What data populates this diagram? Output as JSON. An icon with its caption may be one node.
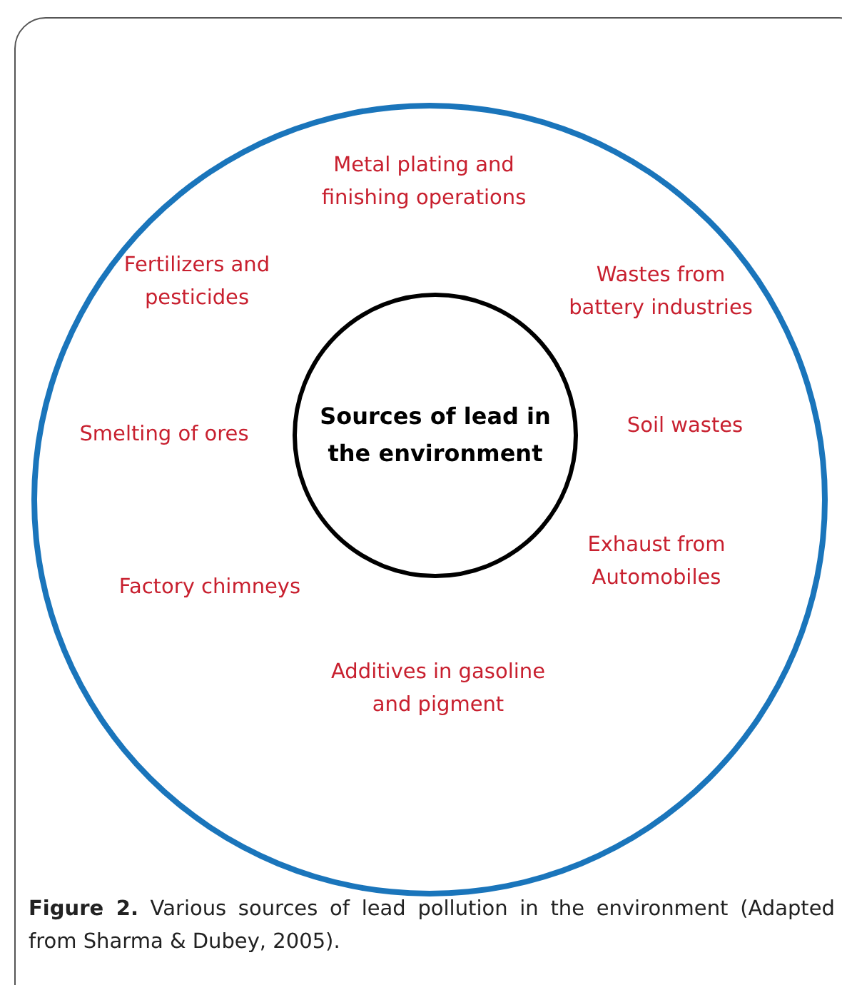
{
  "diagram": {
    "caption": "**Figure 2.** Various sources of lead pollution in the environment (Adapted from Sharma & Dubey, 2005).",
    "nodes": [
      {
        "text": [
          "Metal plating and finishing operations",
          "Fertilizers and pesticides",
          "Wastes from battery industries",
          "Smelting of ores",
          "Soil wastes",
          "Exhaust from Automobiles",
          "Factory chimneys",
          "Additives in gasoline and pigment"
        ]
      },
      {
        "text": [
          "Sources of lead in the environment"
        ],
        "in": 0
      }
    ]
  }
}
